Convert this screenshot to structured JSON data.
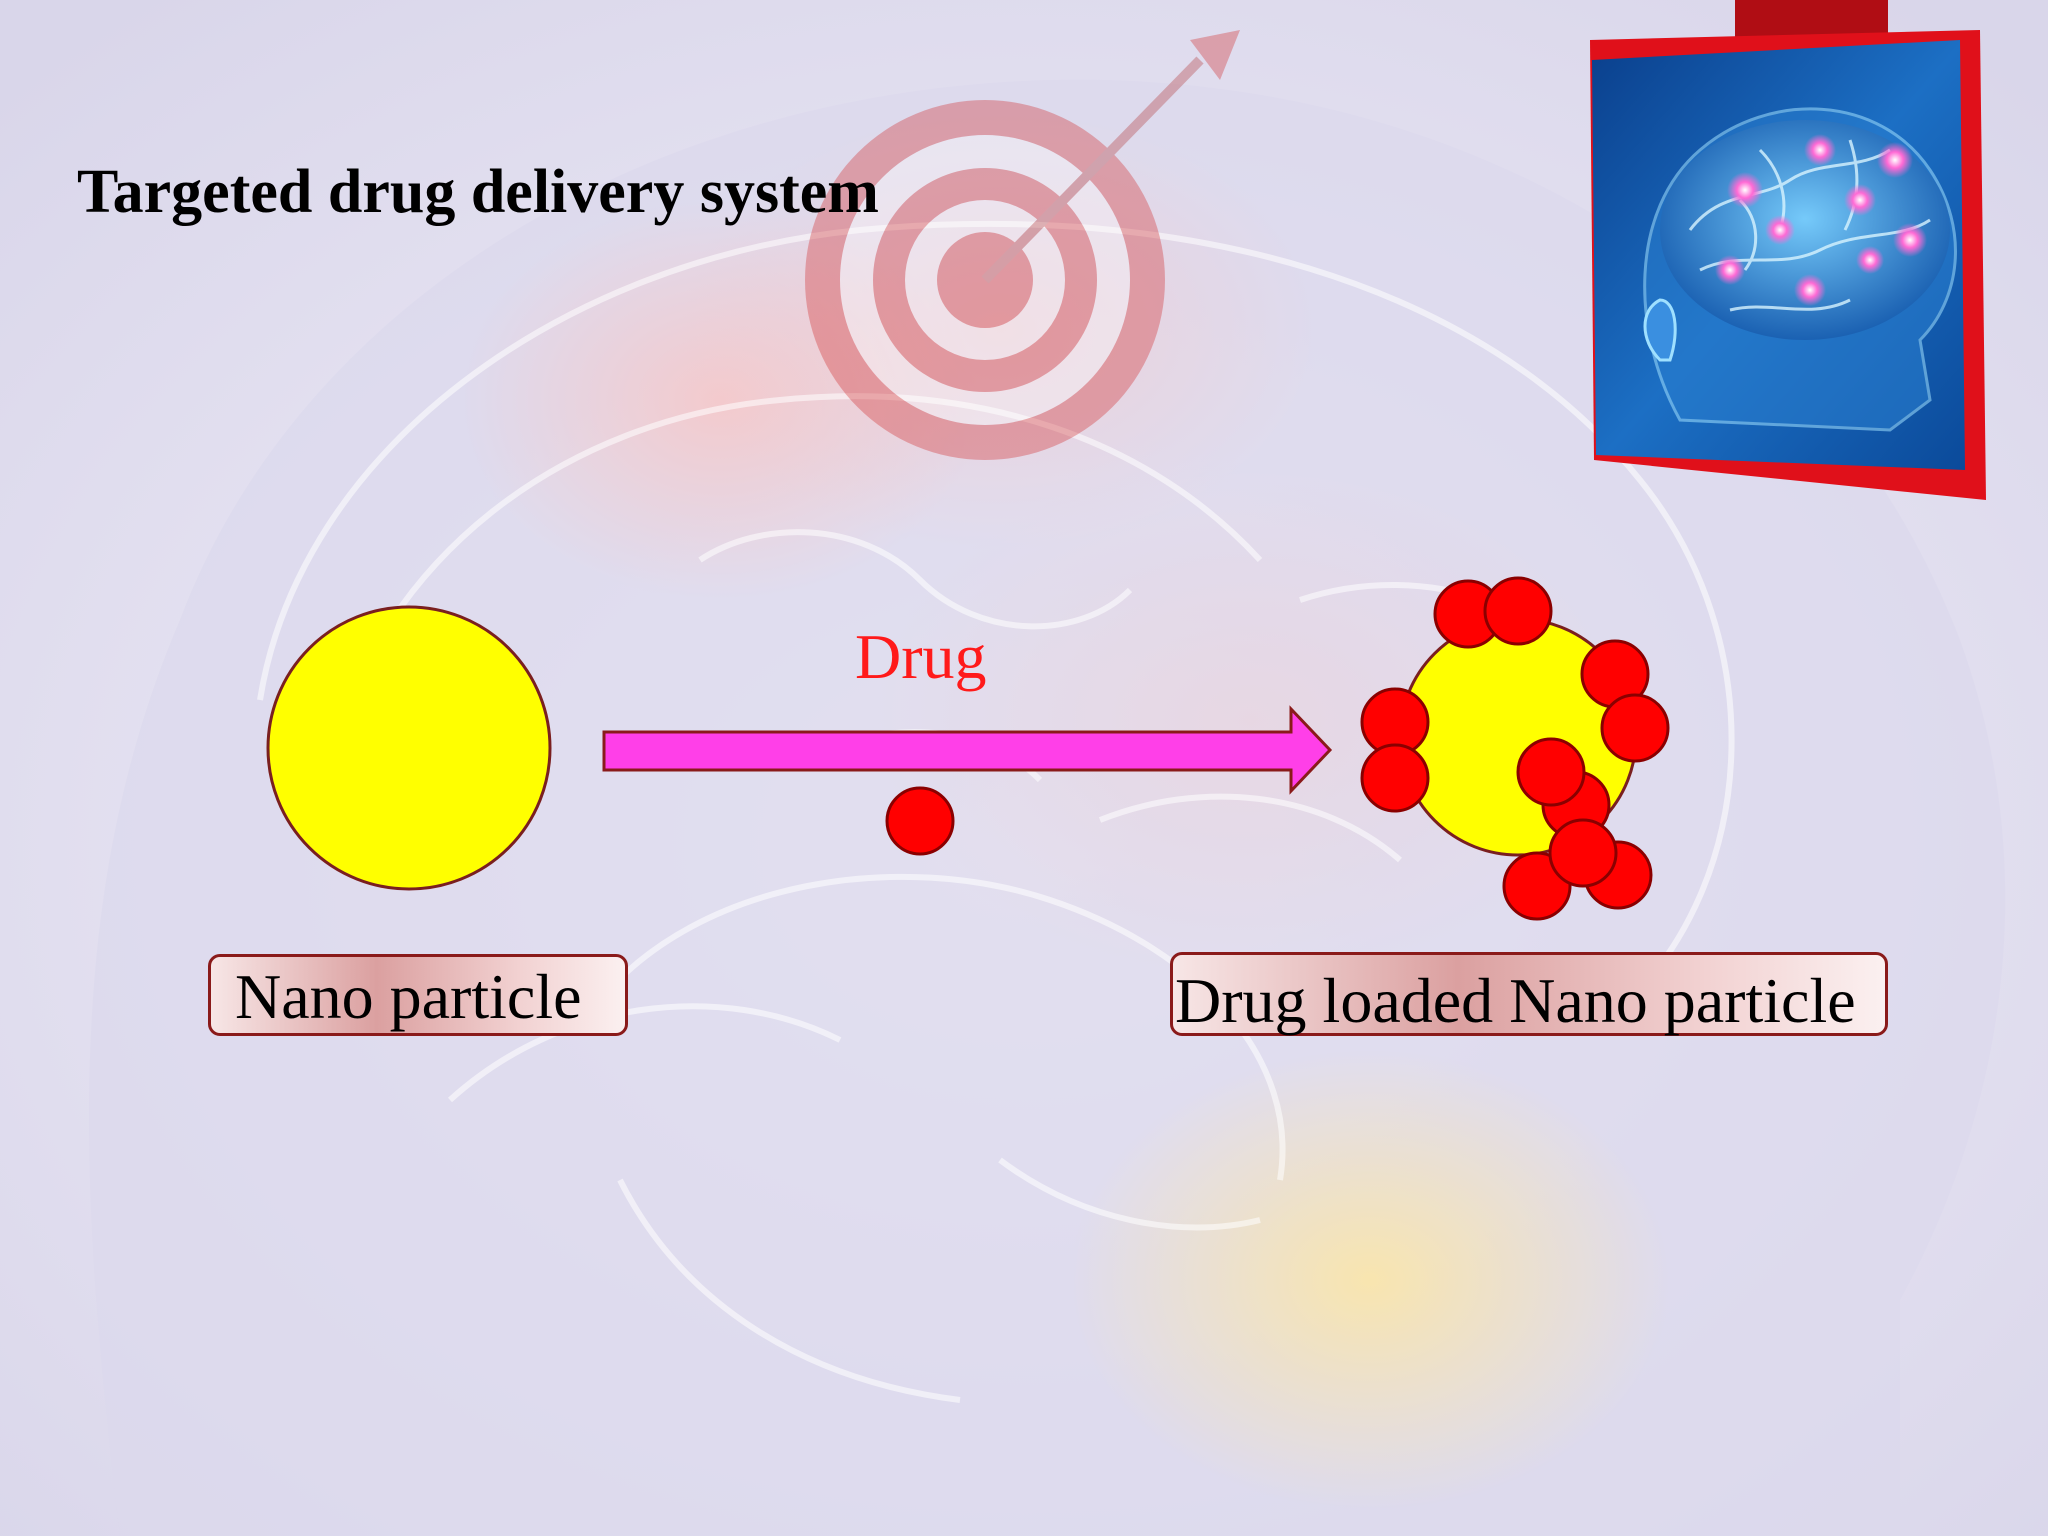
{
  "slide": {
    "title": "Targeted drug delivery system",
    "drug_label": "Drug",
    "left_caption": "Nano particle",
    "right_caption": "Drug loaded Nano particle"
  },
  "icons": {
    "background": "brain-target-background-icon",
    "corner_image": "glowing-brain-head-icon",
    "arrow": "right-arrow-icon",
    "nanoparticle": "yellow-circle-icon",
    "drug_molecule": "red-circle-icon"
  },
  "colors": {
    "nanoparticle_fill": "#ffff00",
    "nanoparticle_stroke": "#7a1f1f",
    "drug_fill": "#ff0000",
    "drug_stroke": "#8a0000",
    "arrow_fill": "#ff3fe8",
    "arrow_stroke": "#8a1a1a",
    "drug_label": "#ff1a1a",
    "corner_frame": "#e0101a"
  }
}
